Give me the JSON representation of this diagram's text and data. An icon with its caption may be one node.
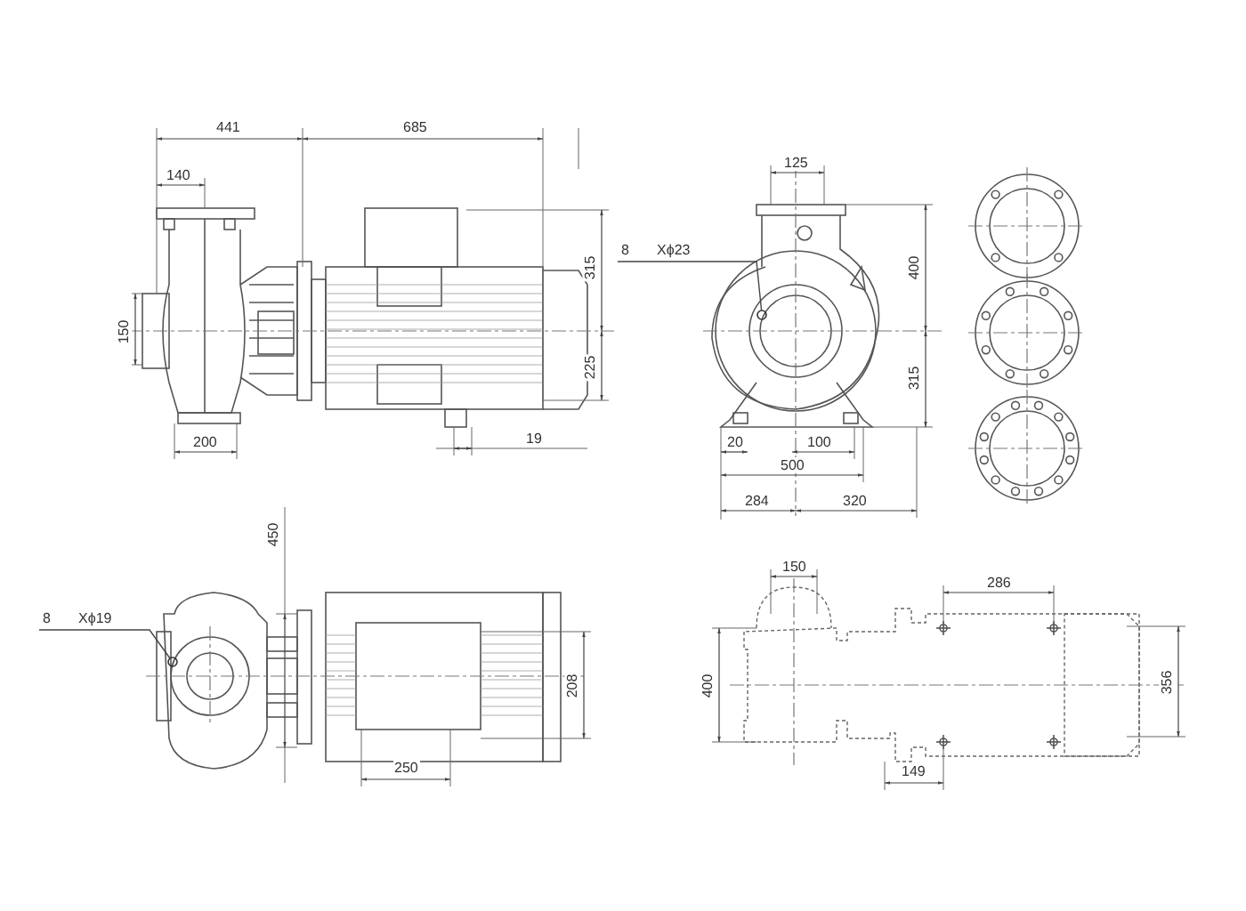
{
  "diagram": {
    "nodes": [
      {
        "text": [
          "8",
          "Xϕ23"
        ]
      },
      {
        "text": [],
        "shape": "circle"
      },
      {
        "text": [
          "8",
          "Xϕ19"
        ]
      },
      {
        "text": [],
        "shape": "circle"
      }
    ],
    "edges": [
      {
        "from": 0,
        "to": 1,
        "arrow": "none"
      },
      {
        "from": 2,
        "to": 3,
        "arrow": "none"
      }
    ],
    "labels": [
      "441",
      "685",
      "125",
      "140",
      "315",
      "400",
      "150",
      "225",
      "315",
      "200",
      "19",
      "20",
      "100",
      "500",
      "284",
      "320",
      "450",
      "150",
      "286",
      "208",
      "400",
      "356",
      "250",
      "149"
    ]
  }
}
